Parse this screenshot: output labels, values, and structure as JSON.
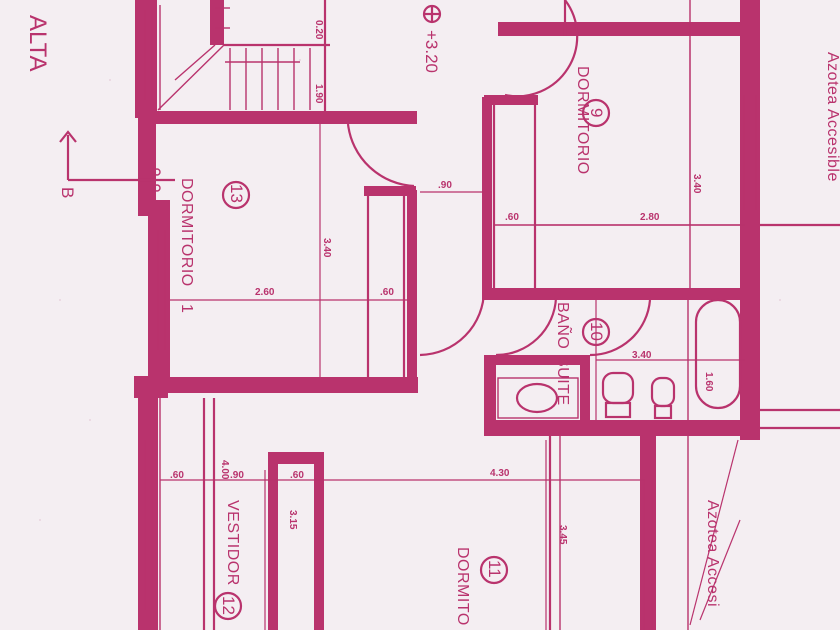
{
  "plan": {
    "floor_label": "ALTA",
    "level_label": "+3.20",
    "section_marker": "B",
    "rooms": {
      "dorm9": {
        "name": "DORMITORIO",
        "number": "9"
      },
      "dorm13": {
        "name": "DORMITORIO",
        "number": "13",
        "suffix": "1"
      },
      "bath10": {
        "name_line1": "BAÑO",
        "name_line2": "SUITE",
        "number": "10"
      },
      "dorm11": {
        "name": "DORMITO",
        "number": "11"
      },
      "vestidor12": {
        "name": "VESTIDOR",
        "number": "12"
      },
      "azotea_right": {
        "name": "Azotea Accesible"
      },
      "azotea_bottom": {
        "name": "Azotea Accesi"
      }
    },
    "dimensions": {
      "d9_vertical": "3.40",
      "d9_horizontal": "2.80",
      "d9_closet": ".60",
      "door_width": ".90",
      "d13_vertical": "3.40",
      "d13_horizontal": "2.60",
      "d13_closet": ".60",
      "bath_width": "3.40",
      "tub": "1.60",
      "stair_a": "0.20",
      "stair_b": "1.90",
      "lower_a": ".60",
      "lower_b": "4.00",
      "lower_c": ".90",
      "lower_d": ".60",
      "lower_e": "4.30",
      "lower_f": "3.15",
      "lower_g": "3.45"
    }
  }
}
